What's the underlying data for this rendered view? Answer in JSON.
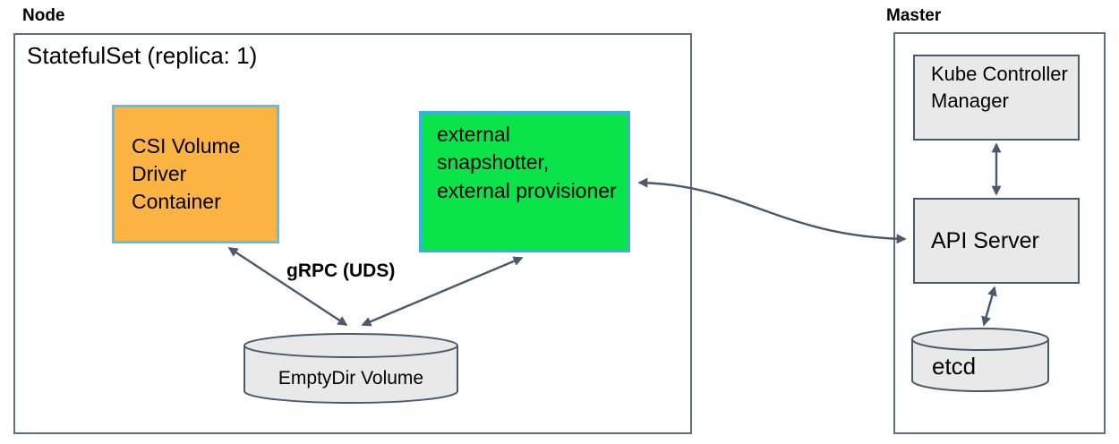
{
  "diagram": {
    "node": {
      "label": "Node",
      "statefulset_label": "StatefulSet (replica: 1)",
      "csi_driver_box": "CSI Volume Driver Container",
      "sidecar_box": "external snapshotter, external provisioner",
      "grpc_label": "gRPC (UDS)",
      "emptydir_label": "EmptyDir Volume"
    },
    "master": {
      "label": "Master",
      "kcm_box": "Kube Controller Manager",
      "api_server_box": "API Server",
      "etcd_label": "etcd"
    },
    "connections": [
      {
        "from": "CSI Volume Driver Container",
        "to": "EmptyDir Volume",
        "style": "double-arrow",
        "label": "gRPC (UDS)"
      },
      {
        "from": "external snapshotter, external provisioner",
        "to": "EmptyDir Volume",
        "style": "double-arrow",
        "label": "gRPC (UDS)"
      },
      {
        "from": "external snapshotter, external provisioner",
        "to": "API Server",
        "style": "double-arrow-curved",
        "label": ""
      },
      {
        "from": "Kube Controller Manager",
        "to": "API Server",
        "style": "double-arrow",
        "label": ""
      },
      {
        "from": "API Server",
        "to": "etcd",
        "style": "double-arrow",
        "label": ""
      }
    ]
  },
  "colors": {
    "orange_fill": "#FBB341",
    "orange_border": "#56C3EF",
    "green_fill": "#0BE34A",
    "green_border": "#3FA9F5",
    "gray_fill": "#E9E9E9",
    "border_outer": "#5E6E80",
    "border_dark": "#4A5A6B",
    "arrow": "#4A5A6B",
    "text": "#000000"
  }
}
